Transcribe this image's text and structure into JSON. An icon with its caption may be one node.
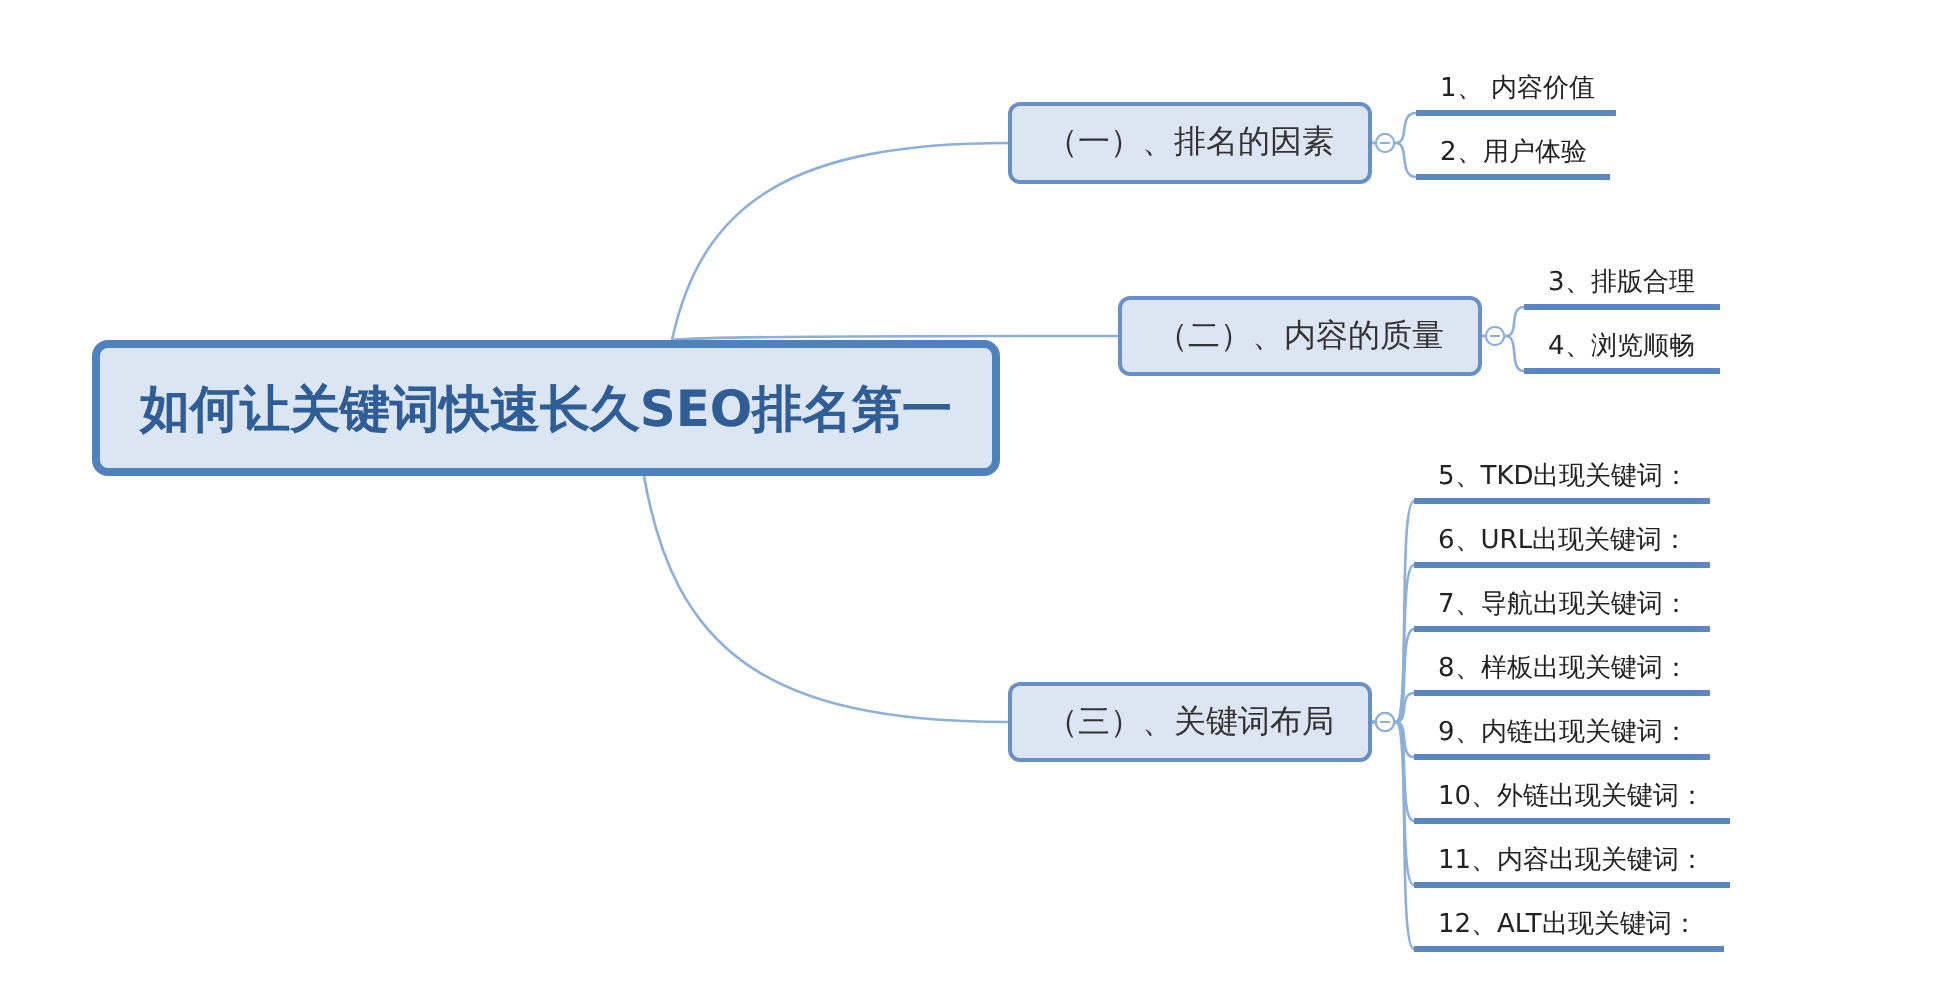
{
  "diagram": {
    "nodes": [
      {
        "text": [
          "如何让关键词快速长久SEO排名第一"
        ]
      },
      {
        "text": [
          "（一）、排名的因素"
        ]
      },
      {
        "text": [
          "1、 内容价值"
        ]
      },
      {
        "text": [
          "2、用户体验"
        ]
      },
      {
        "text": [
          "（二）、内容的质量"
        ]
      },
      {
        "text": [
          "3、排版合理"
        ]
      },
      {
        "text": [
          "4、浏览顺畅"
        ]
      },
      {
        "text": [
          "（三）、关键词布局"
        ]
      },
      {
        "text": [
          "5、TKD出现关键词："
        ]
      },
      {
        "text": [
          "6、URL出现关键词："
        ]
      },
      {
        "text": [
          "7、导航出现关键词："
        ]
      },
      {
        "text": [
          "8、样板出现关键词："
        ]
      },
      {
        "text": [
          "9、内链出现关键词："
        ]
      },
      {
        "text": [
          "10、外链出现关键词："
        ]
      },
      {
        "text": [
          "11、内容出现关键词："
        ]
      },
      {
        "text": [
          "12、ALT出现关键词："
        ]
      }
    ],
    "edges": [
      {
        "from": 0,
        "to": 1,
        "arrow": "none"
      },
      {
        "from": 1,
        "to": 2,
        "arrow": "other"
      },
      {
        "from": 1,
        "to": 3,
        "arrow": "other"
      },
      {
        "from": 0,
        "to": 4,
        "arrow": "none"
      },
      {
        "from": 4,
        "to": 5,
        "arrow": "other"
      },
      {
        "from": 4,
        "to": 6,
        "arrow": "other"
      },
      {
        "from": 0,
        "to": 7,
        "arrow": "none"
      },
      {
        "from": 7,
        "to": 8,
        "arrow": "other"
      },
      {
        "from": 7,
        "to": 9,
        "arrow": "other"
      },
      {
        "from": 7,
        "to": 10,
        "arrow": "other"
      },
      {
        "from": 7,
        "to": 11,
        "arrow": "other"
      },
      {
        "from": 7,
        "to": 12,
        "arrow": "other"
      },
      {
        "from": 7,
        "to": 13,
        "arrow": "other"
      },
      {
        "from": 7,
        "to": 14,
        "arrow": "other"
      },
      {
        "from": 7,
        "to": 15,
        "arrow": "other"
      }
    ]
  }
}
